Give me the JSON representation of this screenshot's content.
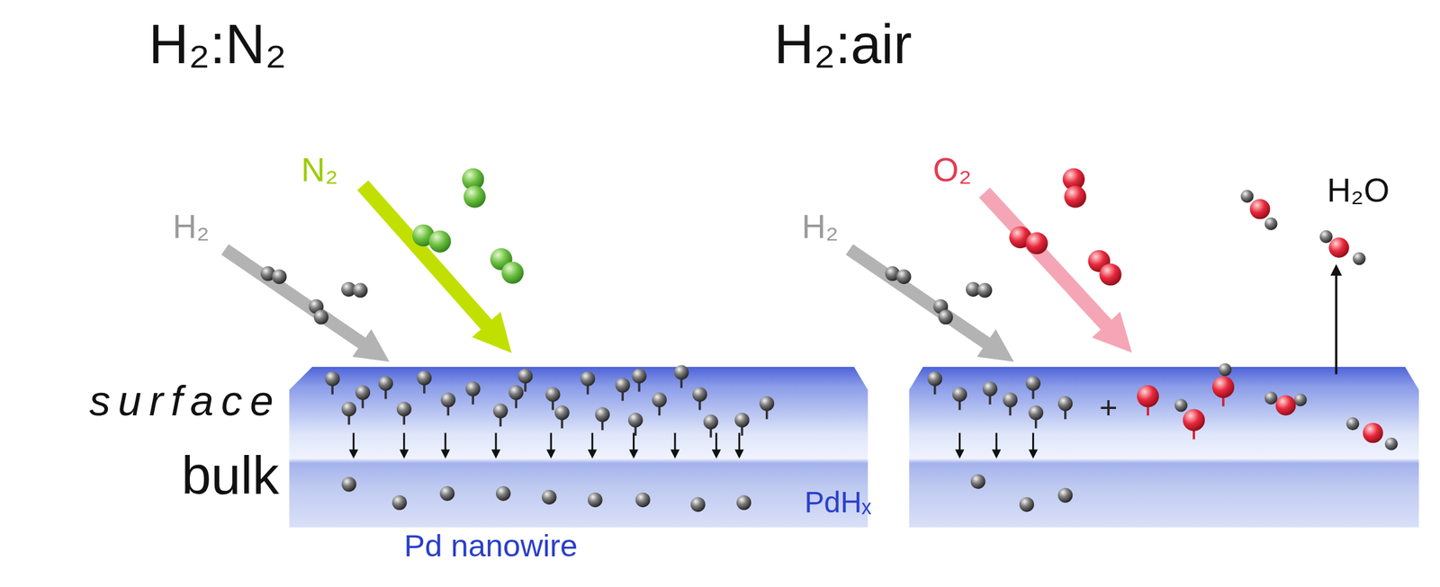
{
  "diagram": {
    "labels": [
      "H₂:N₂",
      "H₂:air",
      "H₂",
      "N₂",
      "H₂",
      "O₂",
      "H₂O",
      "surface",
      "bulk",
      "Pd nanowire",
      "PdHₓ",
      "+"
    ]
  }
}
